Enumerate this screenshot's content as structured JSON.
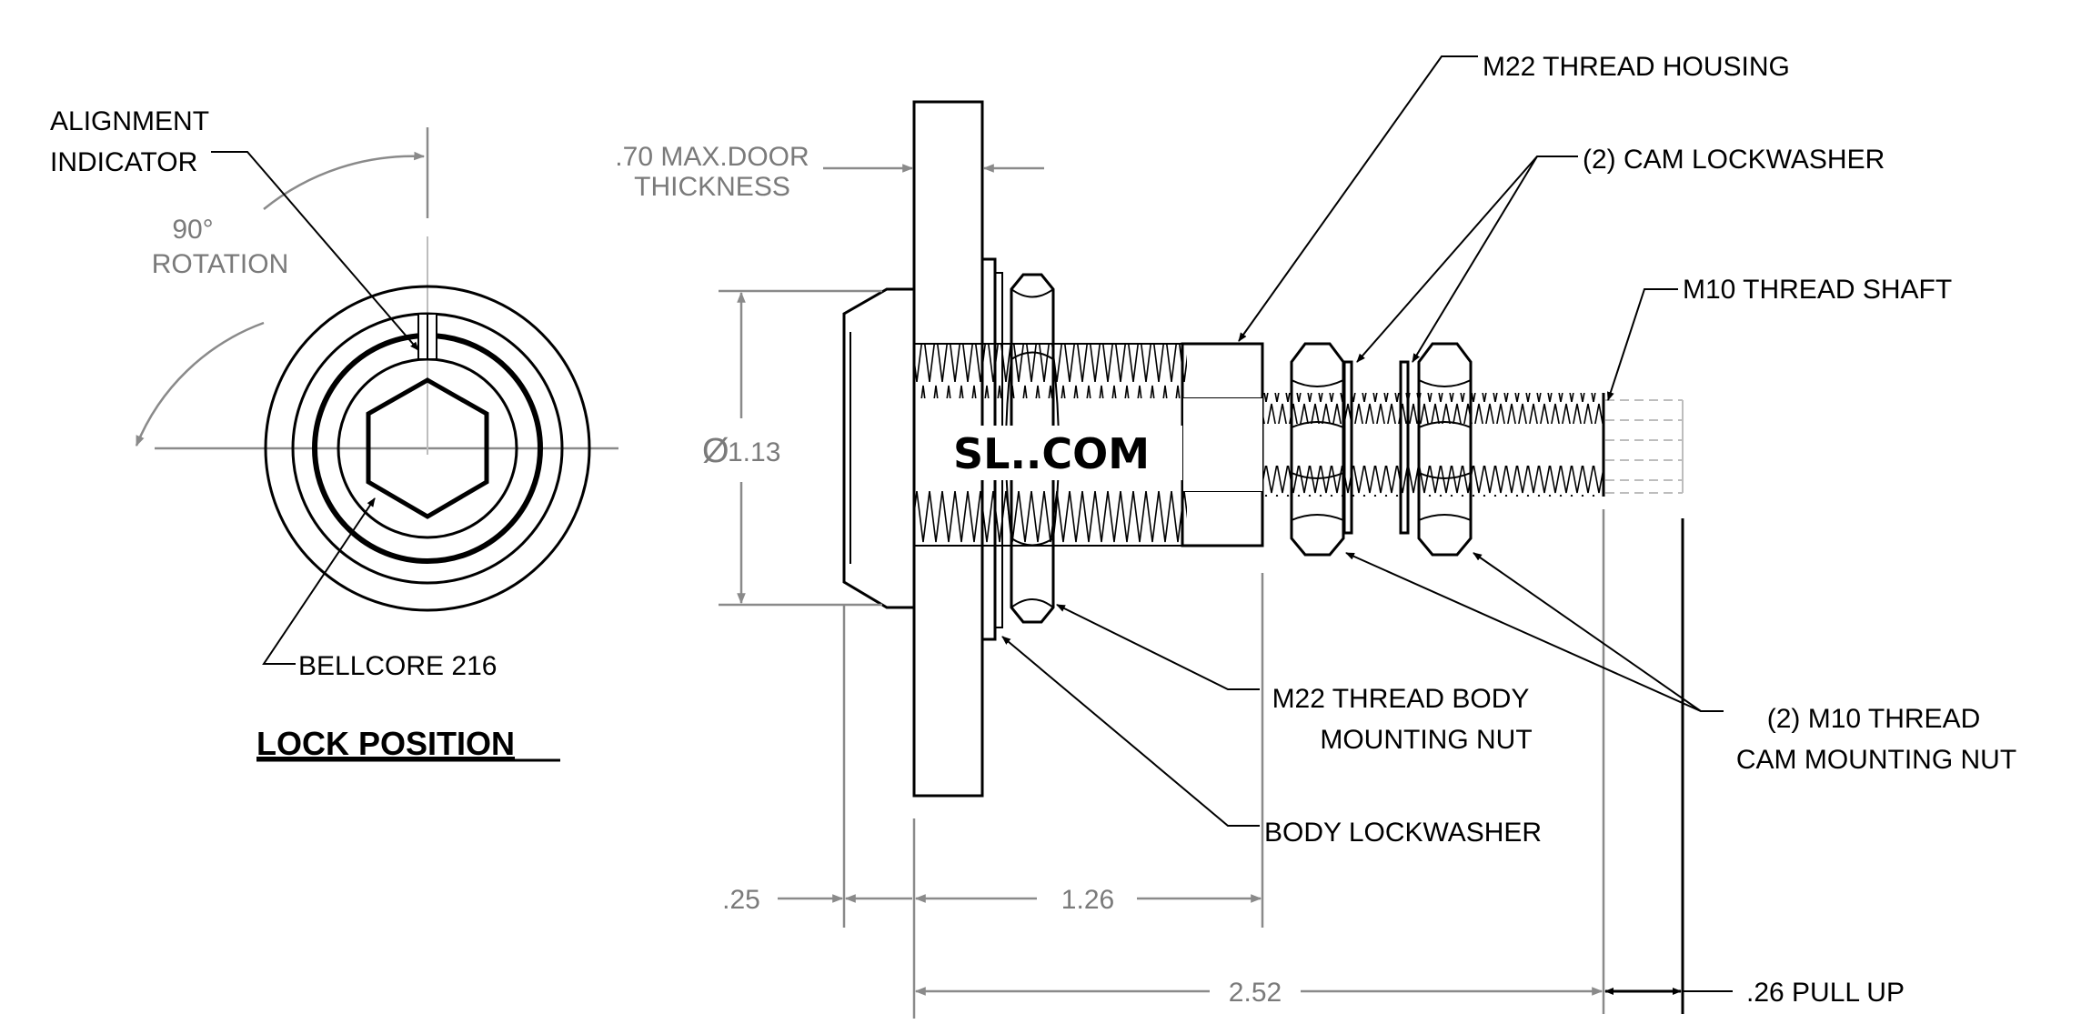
{
  "callouts": {
    "alignment_indicator_line1": "ALIGNMENT",
    "alignment_indicator_line2": "INDICATOR",
    "rotation_line1": "90°",
    "rotation_line2": "ROTATION",
    "bellcore": "BELLCORE 216",
    "lock_position": "LOCK POSITION",
    "door_thickness_line1": ".70 MAX.DOOR",
    "door_thickness_line2": "THICKNESS",
    "diameter_symbol": "Ø",
    "diameter_value": "1.13",
    "logo_text": "SL..COM",
    "m22_housing": "M22 THREAD HOUSING",
    "cam_lockwasher": "(2) CAM LOCKWASHER",
    "m10_shaft": "M10 THREAD SHAFT",
    "m22_body_nut_line1": "M22 THREAD BODY",
    "m22_body_nut_line2": "MOUNTING NUT",
    "body_lockwasher": "BODY LOCKWASHER",
    "m10_cam_nut_line1": "(2) M10 THREAD",
    "m10_cam_nut_line2": "CAM MOUNTING NUT"
  },
  "dimensions": {
    "flange_offset": ".25",
    "body_length": "1.26",
    "overall_length": "2.52",
    "pull_up": ".26 PULL UP"
  },
  "colors": {
    "line": "#000000",
    "dimension": "#8a8a8a",
    "background": "#ffffff"
  }
}
